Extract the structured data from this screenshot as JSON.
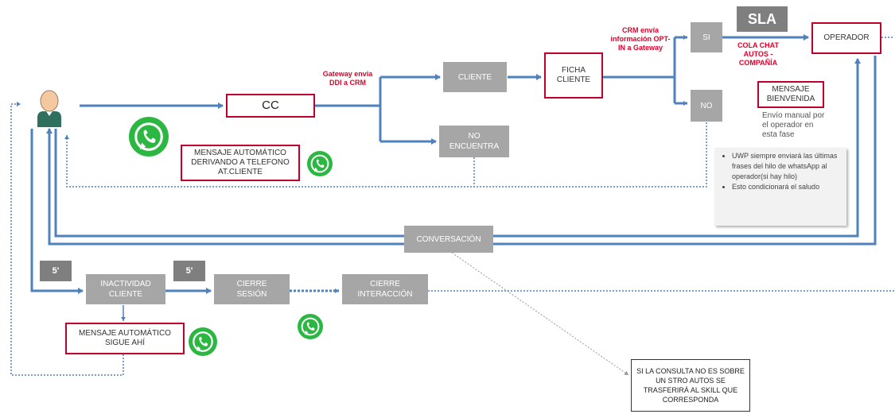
{
  "nodes": {
    "cc": "CC",
    "cliente": "CLIENTE",
    "no_encuentra": "NO ENCUENTRA",
    "ficha_cliente": "FICHA CLIENTE",
    "si": "SI",
    "no": "NO",
    "sla": "SLA",
    "operador": "OPERADOR",
    "mensaje_bienvenida": "MENSAJE BIENVENIDA",
    "conversacion": "CONVERSACIÓN",
    "timer_5_a": "5'",
    "timer_5_b": "5'",
    "inactividad_cliente": "INACTIVIDAD CLIENTE",
    "cierre_sesion": "CIERRE SESIÓN",
    "cierre_interaccion": "CIERRE INTERACCIÓN",
    "mensaje_auto_derivando": "MENSAJE AUTOMÁTICO DERIVANDO A TELEFONO AT.CLIENTE",
    "mensaje_auto_sigue": "MENSAJE AUTOMÁTICO SIGUE AHÍ",
    "consulta_no_stro": "SI LA CONSULTA NO ES SOBRE UN STRO AUTOS SE TRASFERIRÁ AL SKILL QUE CORRESPONDA"
  },
  "labels": {
    "gateway_envia": "Gateway envia DDI a CRM",
    "crm_envia": "CRM envía información OPT-IN a Gateway",
    "cola_chat": "COLA CHAT AUTOS - COMPAÑÍA",
    "envio_manual": "Envío manual por el operador en esta fase"
  },
  "note": {
    "items": [
      "UWP siempre enviará las últimas frases del hilo de whatsApp al operador(si hay hilo)",
      "Esto condicionará el saludo"
    ]
  },
  "colors": {
    "arrow": "#4f81bd",
    "red_border": "#c0002a",
    "gray_box": "#a6a6a6",
    "whatsapp": "#2bb741",
    "label_red": "#e0002a"
  },
  "icons": [
    "user-icon",
    "whatsapp-icon"
  ]
}
